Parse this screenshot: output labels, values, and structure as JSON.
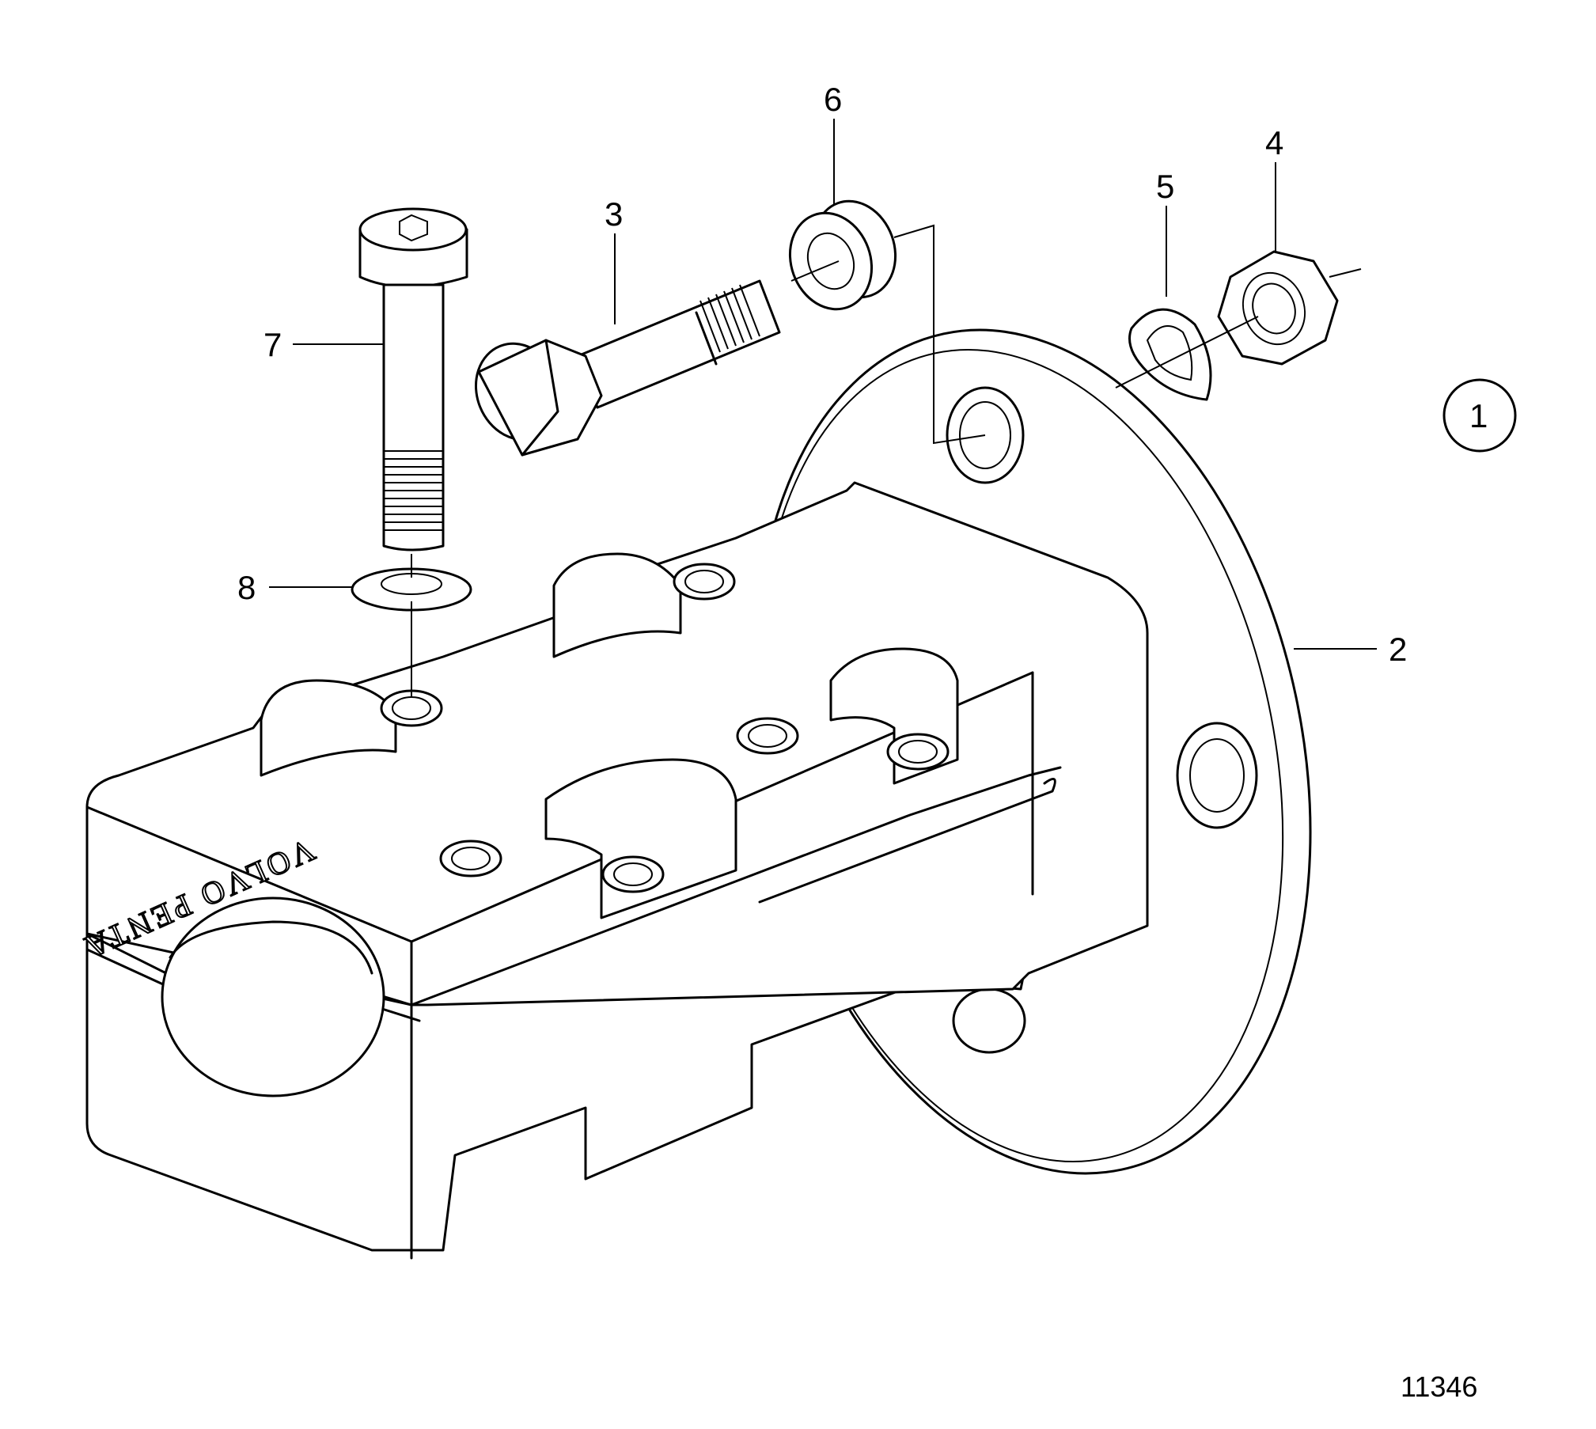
{
  "callouts": [
    {
      "id": "1",
      "label": "1"
    },
    {
      "id": "2",
      "label": "2"
    },
    {
      "id": "3",
      "label": "3"
    },
    {
      "id": "4",
      "label": "4"
    },
    {
      "id": "5",
      "label": "5"
    },
    {
      "id": "6",
      "label": "6"
    },
    {
      "id": "7",
      "label": "7"
    },
    {
      "id": "8",
      "label": "8"
    }
  ],
  "casting_text": "VOLVO PENTA",
  "reference_number": "11346"
}
